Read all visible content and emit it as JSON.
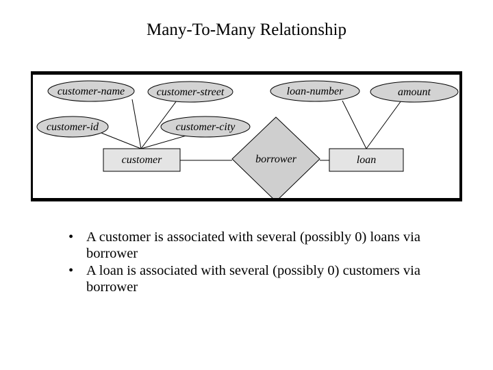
{
  "slide": {
    "title": "Many-To-Many Relationship"
  },
  "diagram": {
    "entities": {
      "customer": "customer",
      "loan": "loan"
    },
    "relationship": "borrower",
    "attributes": {
      "customer_name": "customer-name",
      "customer_street": "customer-street",
      "customer_id": "customer-id",
      "customer_city": "customer-city",
      "loan_number": "loan-number",
      "amount": "amount"
    },
    "colors": {
      "entity_fill": "#e4e4e4",
      "attribute_fill": "#d3d3d3",
      "relationship_fill": "#cfcfcf"
    }
  },
  "bullets": [
    "A customer is associated with several (possibly 0) loans via borrower",
    "A loan is associated with several (possibly 0) customers via borrower"
  ]
}
